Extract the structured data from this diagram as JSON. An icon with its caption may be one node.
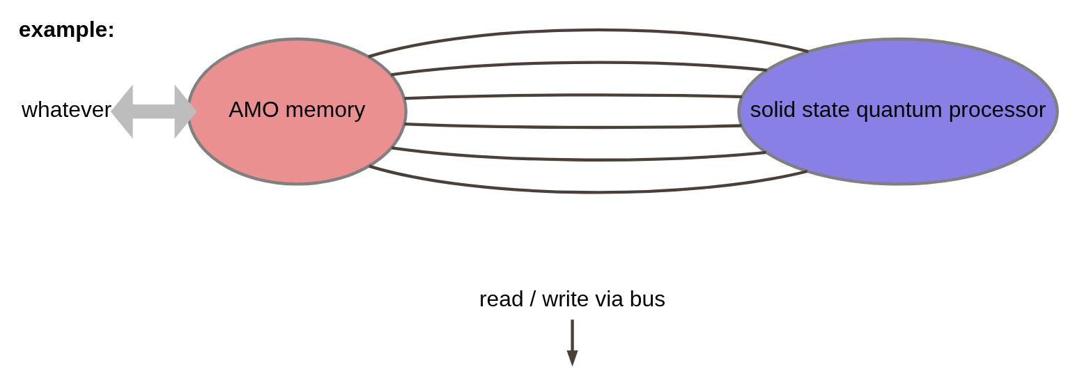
{
  "diagram": {
    "nodes": [
      {
        "text": [
          "whatever"
        ]
      },
      {
        "text": [
          "AMO memory"
        ]
      },
      {
        "text": [
          "solid state quantum processor"
        ]
      },
      {
        "text": [
          "read / write via bus"
        ]
      }
    ],
    "edges": [
      {
        "from": 0,
        "to": 1,
        "arrow": "both",
        "style": "thick",
        "color": "#bdbdbd"
      },
      {
        "from": 1,
        "to": 2,
        "arrow": "none"
      },
      {
        "from": 1,
        "to": 2,
        "arrow": "none"
      },
      {
        "from": 1,
        "to": 2,
        "arrow": "none"
      },
      {
        "from": 1,
        "to": 2,
        "arrow": "none"
      },
      {
        "from": 1,
        "to": 2,
        "arrow": "none"
      },
      {
        "from": 1,
        "to": 2,
        "arrow": "none"
      },
      {
        "from": 3,
        "to": null,
        "arrow": "to"
      }
    ],
    "labels": [
      "example:"
    ]
  }
}
